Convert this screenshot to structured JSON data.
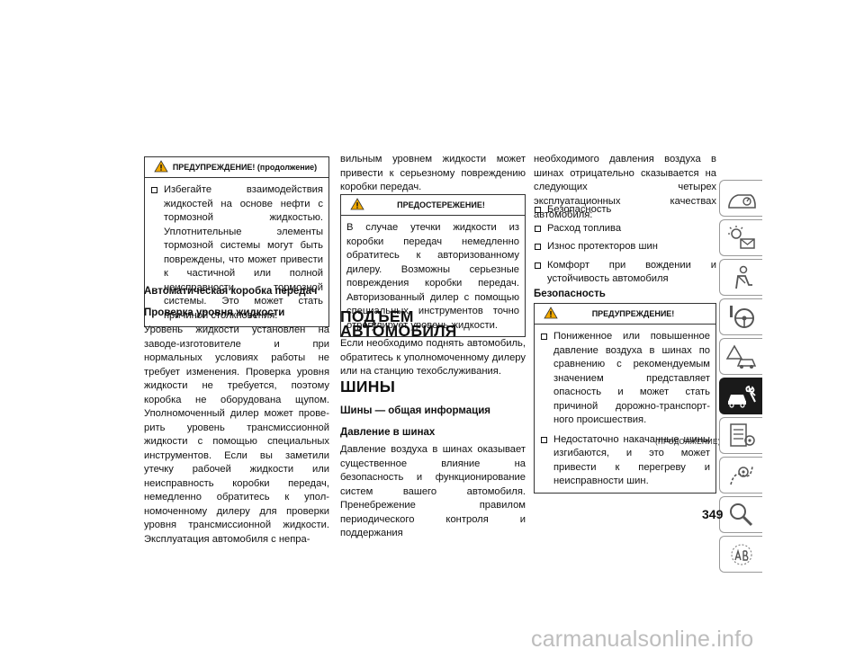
{
  "left": {
    "warning_cont_title": "ПРЕДУПРЕЖДЕНИЕ! (продолжение)",
    "warning_item": "Избегайте взаимодействия жидкостей на основе нефти с тормозной жидко­стью. Уплотнительные элементы тормозной системы могут быть повреж­дены, что может привести к частичной или полной неисправности тормозной системы. Это может стать причиной столкновения.",
    "h_transmission": "Автоматическая коробка передач",
    "h_fluid_check": "Проверка уровня жидкости",
    "para": "Уровень жидкости установлен на заводе-изготовителе и при нормальных условиях работы не требует изменения. Проверка уровня жидкости не требуется, поэтому коробка не оборудована щупом. Уполномоченный дилер может прове­рить уровень трансмиссионной жидкости с помощью специальных инструментов. Если вы заметили утечку рабочей жидкости или неисправность коробки передач, немедленно обратитесь к упол­номоченному дилеру для проверки уровня трансмиссионной жидкости. Эксплуатация автомобиля с непра-"
  },
  "middle": {
    "para_cont": "вильным уровнем жидкости может привести к серьезному повреждению коробки передач.",
    "caution_title": "ПРЕДОСТЕРЕЖЕНИЕ!",
    "caution_text": "В случае утечки жидкости из коробки передач немедленно обратитесь к авторизованному дилеру. Возможны серьезные повреждения коробки передач. Авторизованный дилер с помощью специальных инструментов точно отрегулирует уровень жидкости.",
    "h_lifting": "ПОДЪЕМ АВТОМОБИЛЯ",
    "lifting_text": "Если необходимо поднять автомобиль, обратитесь к уполномоченному дилеру или на станцию техобслуживания.",
    "h_tires": "ШИНЫ",
    "h_tires_general": "Шины — общая информация",
    "h_tire_pressure": "Давление в шинах",
    "pressure_text": "Давление воздуха в шинах оказывает существенное влияние на безопасность и функционирование систем вашего автомобиля. Пренебрежение правилом периодического контроля и поддержания"
  },
  "right": {
    "para_cont": "необходимого давления воздуха в шинах отрицательно сказывается на следу­ющих четырех эксплуатационных каче­ствах автомобиля:",
    "items": [
      "Безопасность",
      "Расход топлива",
      "Износ протекторов шин",
      "Комфорт при вождении и устойчивость автомобиля"
    ],
    "h_safety": "Безопасность",
    "warning_title": "ПРЕДУПРЕЖДЕНИЕ!",
    "warning_items": [
      "Пониженное или повышенное давление воздуха в шинах по срав­нению с рекомендуемым значением представляет опасность и может стать причиной дорожно-транспорт­ного происшествия.",
      "Недостаточно накачанные шины изгибаются, и это может привести к перегреву и неисправности шин."
    ],
    "continued": "(ПРОДОЛЖЕНИЕ)"
  },
  "page_number": "349",
  "watermark": "carmanualsonline.info",
  "tab_icons": [
    "car-dashboard-icon",
    "lights-envelope-icon",
    "seat-airbag-icon",
    "steering-wheel-icon",
    "warning-car-icon",
    "car-service-wrench-icon",
    "checklist-icon",
    "route-map-icon",
    "magnifier-icon",
    "language-abc-icon"
  ],
  "colors": {
    "tab_active": "#1a1a1a",
    "warning_triangle": "#f2a900"
  }
}
